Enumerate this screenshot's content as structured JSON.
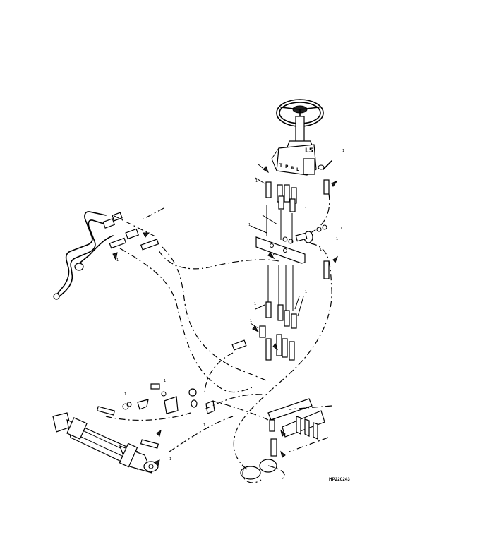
{
  "figure": {
    "id": "HP220243",
    "component_lettering": [
      "L5",
      "T",
      "P",
      "R",
      "L"
    ],
    "callout_digits": [
      "1",
      "1",
      "1",
      "1",
      "1",
      "1",
      "1",
      "1",
      "1",
      "1",
      "1",
      "1",
      "1",
      "1",
      "1"
    ]
  }
}
